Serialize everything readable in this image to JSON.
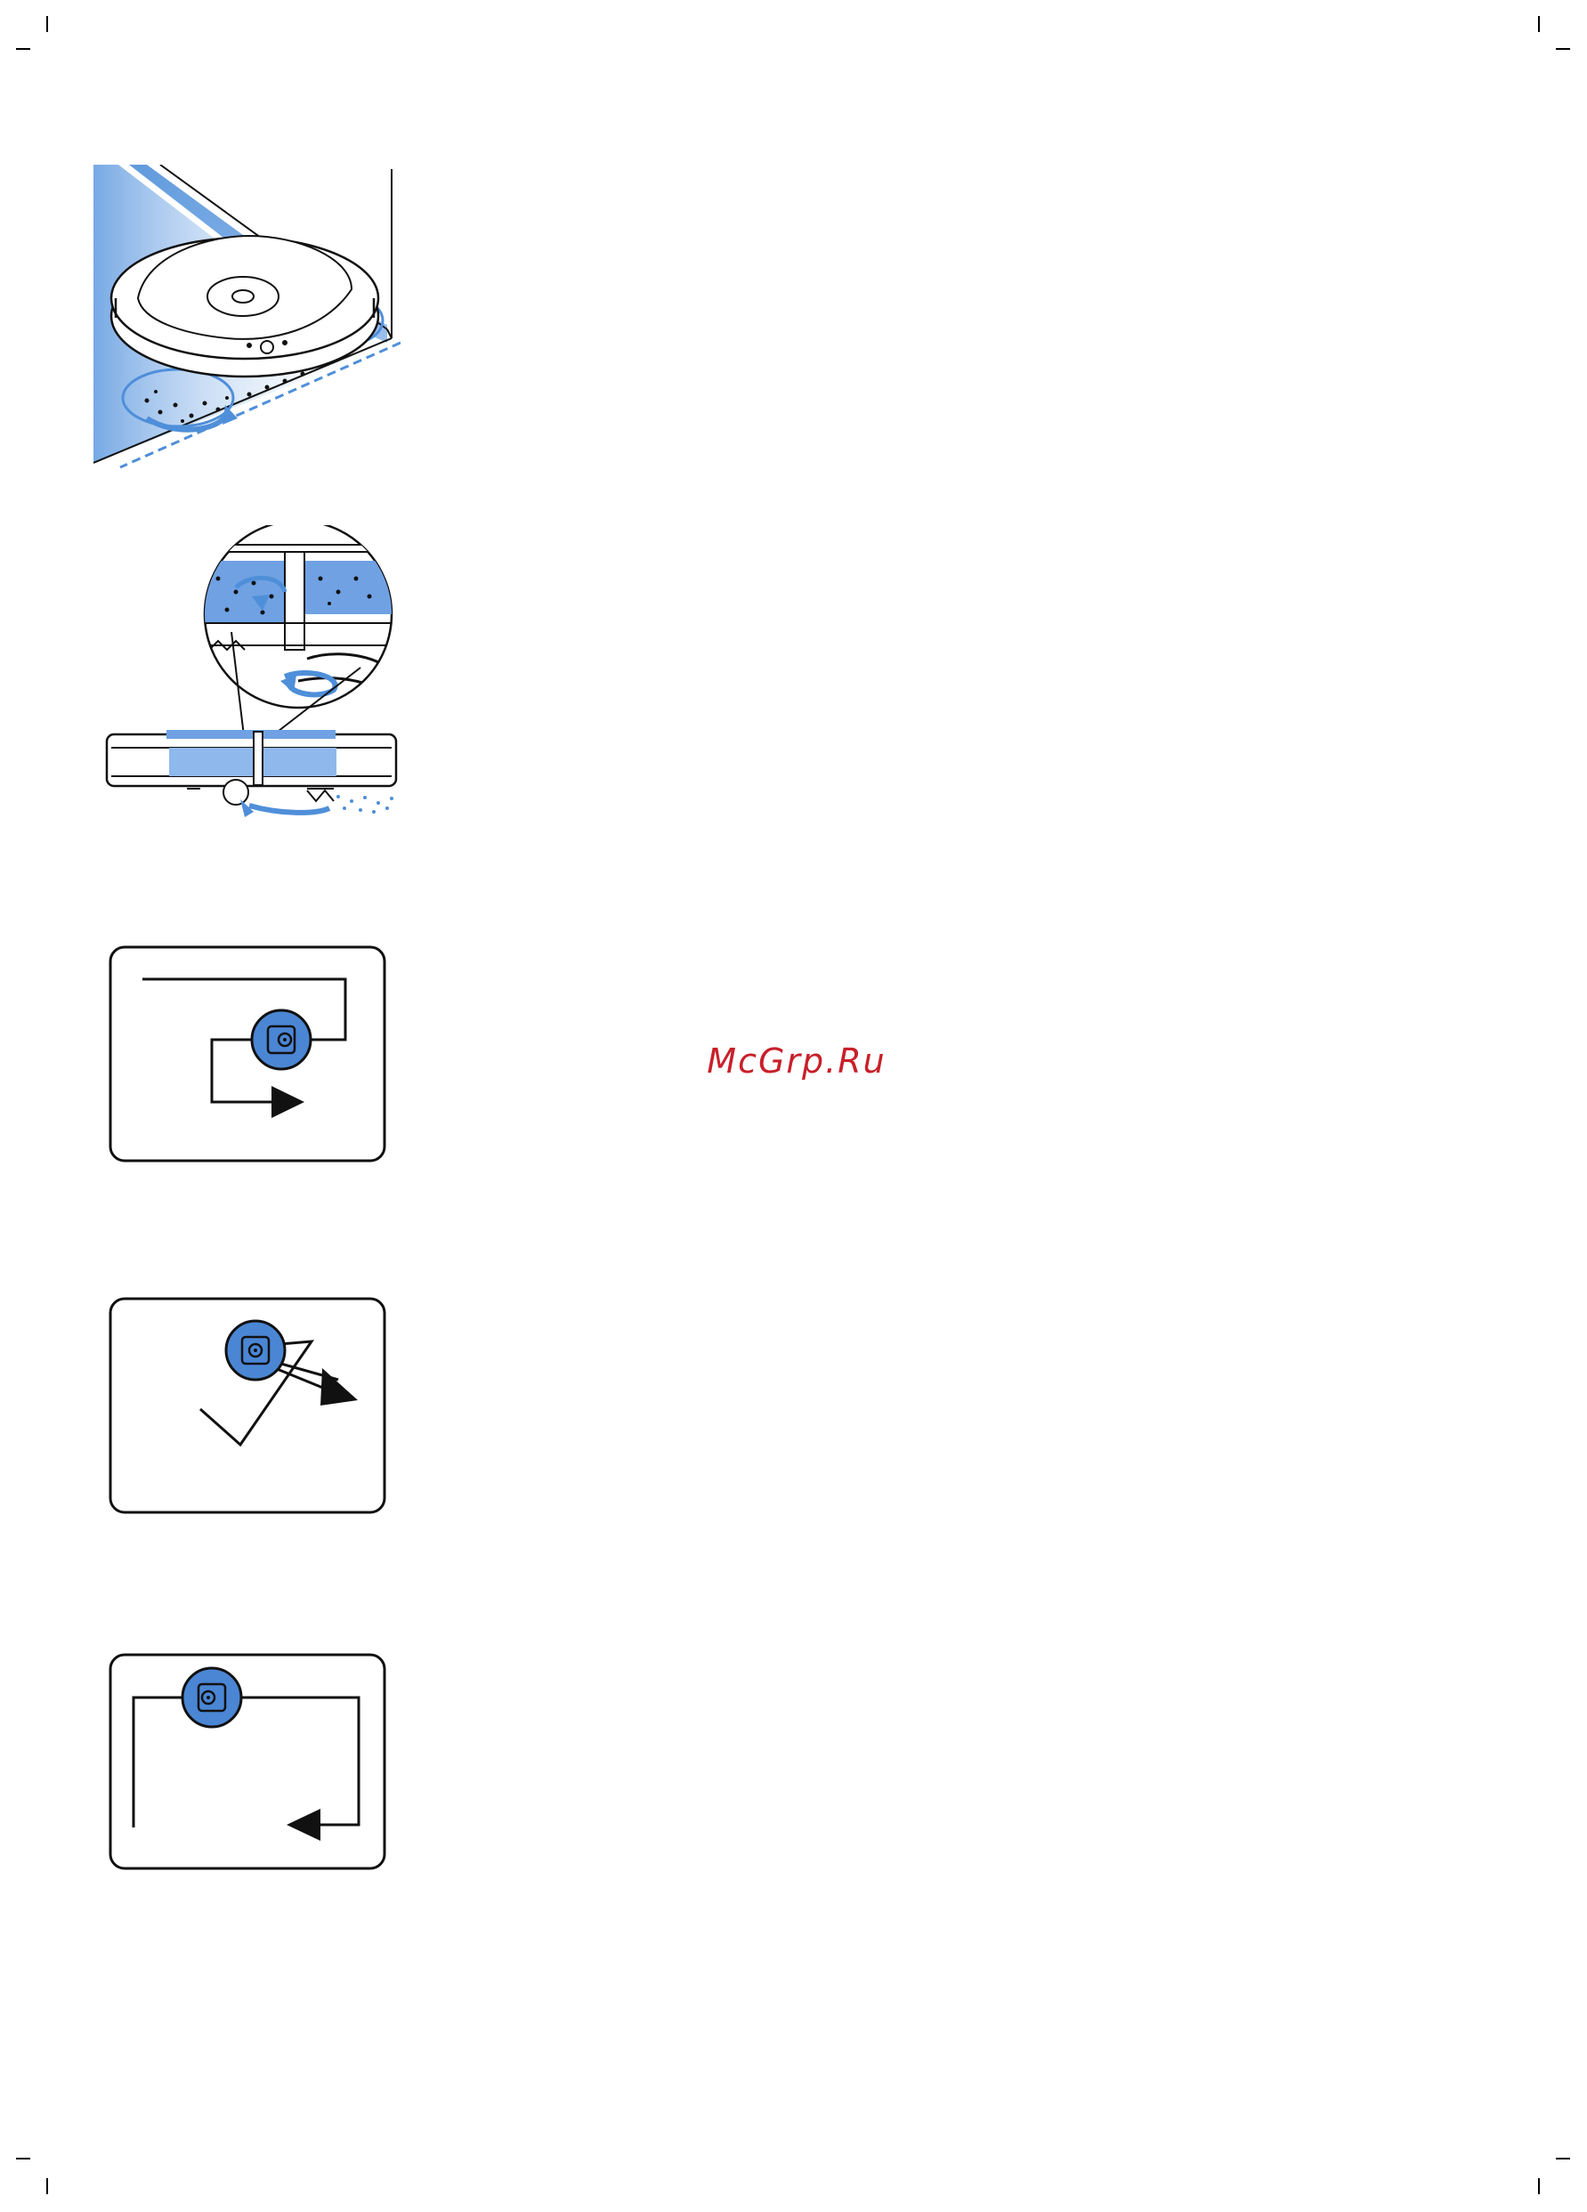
{
  "watermark": {
    "text": "McGrp.Ru"
  },
  "colors": {
    "accent_blue": "#4f8fd9",
    "light_blue": "#8fb8ec",
    "robot_fill": "#4a86d4",
    "ink": "#111111",
    "watermark": "#c8202a"
  },
  "figures": [
    {
      "icon": "robot-corner-cleaning-illustration"
    },
    {
      "icon": "robot-side-brush-suction-illustration"
    },
    {
      "icon": "spiral-path-pattern-icon"
    },
    {
      "icon": "random-zigzag-path-pattern-icon"
    },
    {
      "icon": "wall-follow-path-pattern-icon"
    }
  ]
}
